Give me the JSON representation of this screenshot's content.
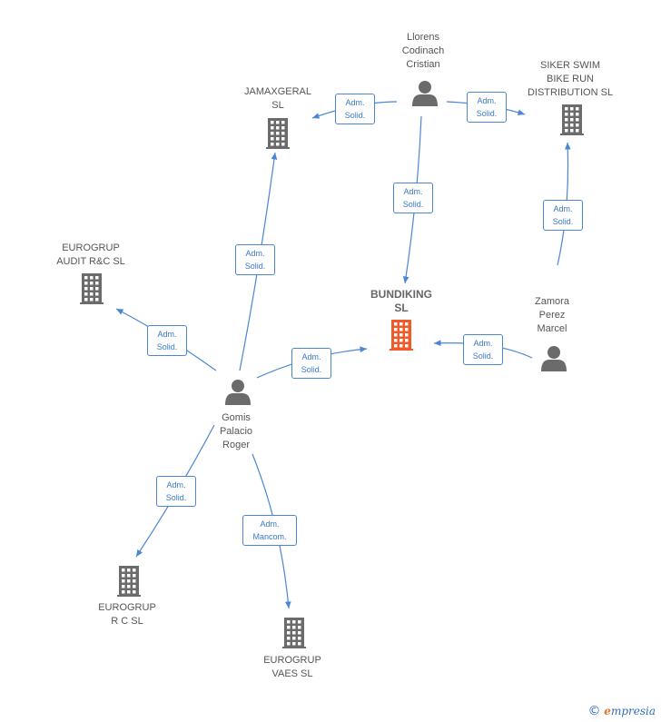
{
  "nodes": {
    "llorens": {
      "label": "Llorens\nCodinach\nCristian",
      "kind": "person"
    },
    "jamaxgeral": {
      "label": "JAMAXGERAL\nSL",
      "kind": "company"
    },
    "siker": {
      "label": "SIKER SWIM\nBIKE RUN\nDISTRIBUTION SL",
      "kind": "company"
    },
    "eurogrup_audit": {
      "label": "EUROGRUP\nAUDIT R&C  SL",
      "kind": "company"
    },
    "bundiking": {
      "label": "BUNDIKING\nSL",
      "kind": "company-focus"
    },
    "zamora": {
      "label": "Zamora\nPerez\nMarcel",
      "kind": "person"
    },
    "gomis": {
      "label": "Gomis\nPalacio\nRoger",
      "kind": "person"
    },
    "eurogrup_rc": {
      "label": "EUROGRUP\nR C  SL",
      "kind": "company"
    },
    "eurogrup_vaes": {
      "label": "EUROGRUP\nVAES  SL",
      "kind": "company"
    }
  },
  "edges": [
    {
      "from": "llorens",
      "to": "jamaxgeral",
      "label": "Adm.\nSolid."
    },
    {
      "from": "llorens",
      "to": "siker",
      "label": "Adm.\nSolid."
    },
    {
      "from": "llorens",
      "to": "bundiking",
      "label": "Adm.\nSolid."
    },
    {
      "from": "zamora",
      "to": "siker",
      "label": "Adm.\nSolid."
    },
    {
      "from": "zamora",
      "to": "bundiking",
      "label": "Adm.\nSolid."
    },
    {
      "from": "gomis",
      "to": "jamaxgeral",
      "label": "Adm.\nSolid."
    },
    {
      "from": "gomis",
      "to": "eurogrup_audit",
      "label": "Adm.\nSolid."
    },
    {
      "from": "gomis",
      "to": "bundiking",
      "label": "Adm.\nSolid."
    },
    {
      "from": "gomis",
      "to": "eurogrup_rc",
      "label": "Adm.\nSolid."
    },
    {
      "from": "gomis",
      "to": "eurogrup_vaes",
      "label": "Adm.\nMancom."
    }
  ],
  "colors": {
    "edge": "#4a86d4",
    "company": "#6b6b6b",
    "focus": "#f05a28",
    "person": "#6b6b6b"
  },
  "watermark": {
    "symbol": "©",
    "brand_initial": "e",
    "brand_rest": "mpresia"
  }
}
